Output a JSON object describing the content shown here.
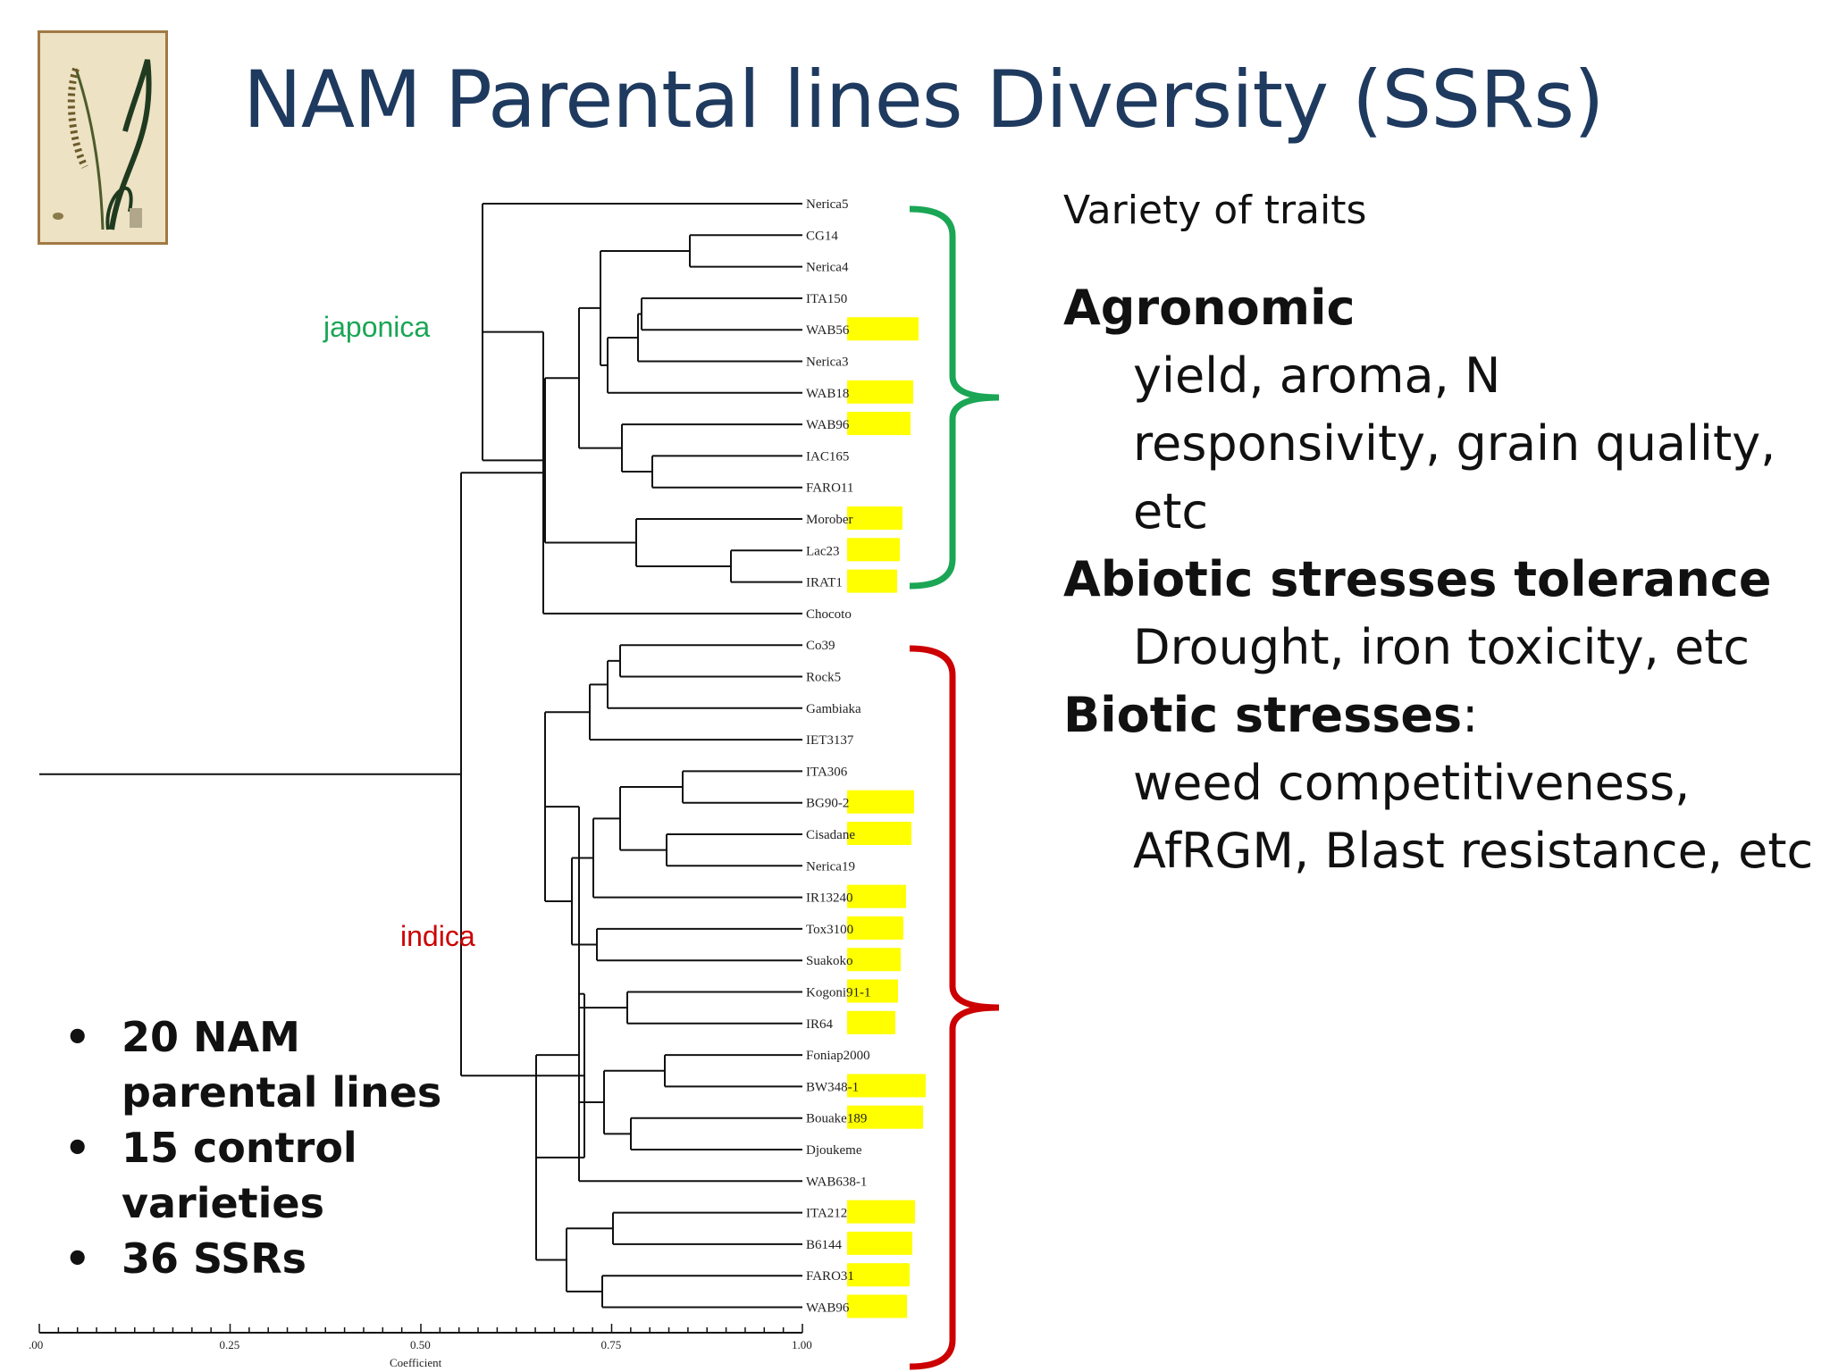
{
  "title": "NAM Parental lines Diversity (SSRs)",
  "clades": {
    "japonica": "japonica",
    "indica": "indica"
  },
  "dendrogram": {
    "leaves": [
      "Nerica5",
      "CG14",
      "Nerica4",
      "ITA150",
      "WAB56",
      "Nerica3",
      "WAB18",
      "WAB96",
      "IAC165",
      "FARO11",
      "Morober",
      "Lac23",
      "IRAT1",
      "Chocoto",
      "Co39",
      "Rock5",
      "Gambiaka",
      "IET3137",
      "ITA306",
      "BG90-2",
      "Cisadane",
      "Nerica19",
      "IR13240",
      "Tox3100",
      "Suakoko",
      "Kogoni91-1",
      "IR64",
      "Foniap2000",
      "BW348-1",
      "Bouake189",
      "Djoukeme",
      "WAB638-1",
      "ITA212",
      "B6144",
      "FARO31",
      "WAB96"
    ],
    "highlighted": [
      "WAB56",
      "WAB18",
      "WAB96",
      "Morober",
      "Lac23",
      "IRAT1",
      "BG90-2",
      "Cisadane",
      "IR13240",
      "Tox3100",
      "Suakoko",
      "Kogoni91-1",
      "IR64",
      "BW348-1",
      "Bouake189",
      "ITA212",
      "B6144",
      "FARO31",
      "WAB96"
    ],
    "axis": {
      "ticks": [
        ".00",
        "0.25",
        "0.50",
        "0.75",
        "1.00"
      ],
      "label": "Coefficient"
    },
    "colors": {
      "japonica": "#1aa655",
      "indica": "#cc0000",
      "highlight": "#ffff00"
    }
  },
  "traits": {
    "intro": "Variety of traits",
    "sections": [
      {
        "heading": "Agronomic",
        "detail": [
          "yield, aroma, N",
          "responsivity, grain quality,",
          "etc"
        ]
      },
      {
        "heading": "Abiotic stresses tolerance",
        "detail": [
          "Drought, iron toxicity, etc"
        ]
      },
      {
        "heading": "Biotic stresses",
        "heading_suffix": ":",
        "detail": [
          "weed competitiveness,",
          "AfRGM, Blast resistance, etc"
        ]
      }
    ]
  },
  "bullets": [
    "20 NAM parental lines",
    "15 control varieties",
    "36 SSRs"
  ],
  "logo_icon": "botanical-rice-plant-illustration"
}
